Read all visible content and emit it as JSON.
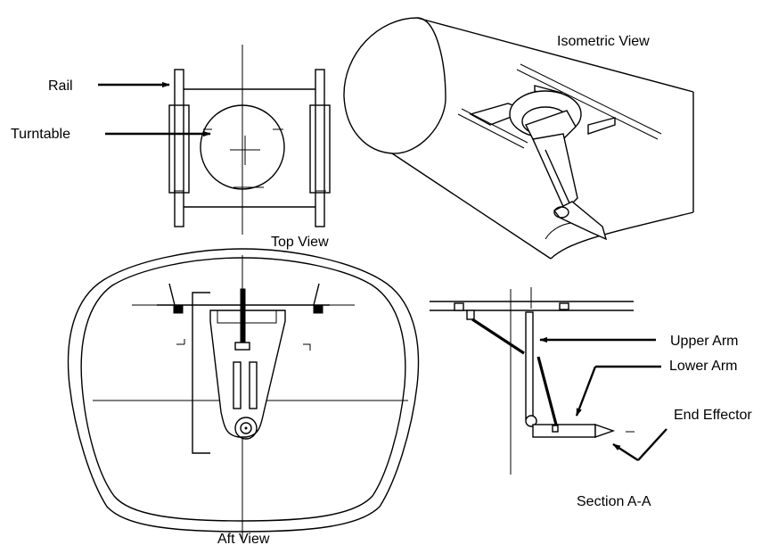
{
  "views": {
    "isometric": "Isometric View",
    "top": "Top View",
    "aft": "Aft View",
    "section": "Section A-A"
  },
  "callouts": {
    "rail": "Rail",
    "turntable": "Turntable",
    "upper_arm": "Upper Arm",
    "lower_arm": "Lower Arm",
    "end_effector": "End Effector"
  }
}
